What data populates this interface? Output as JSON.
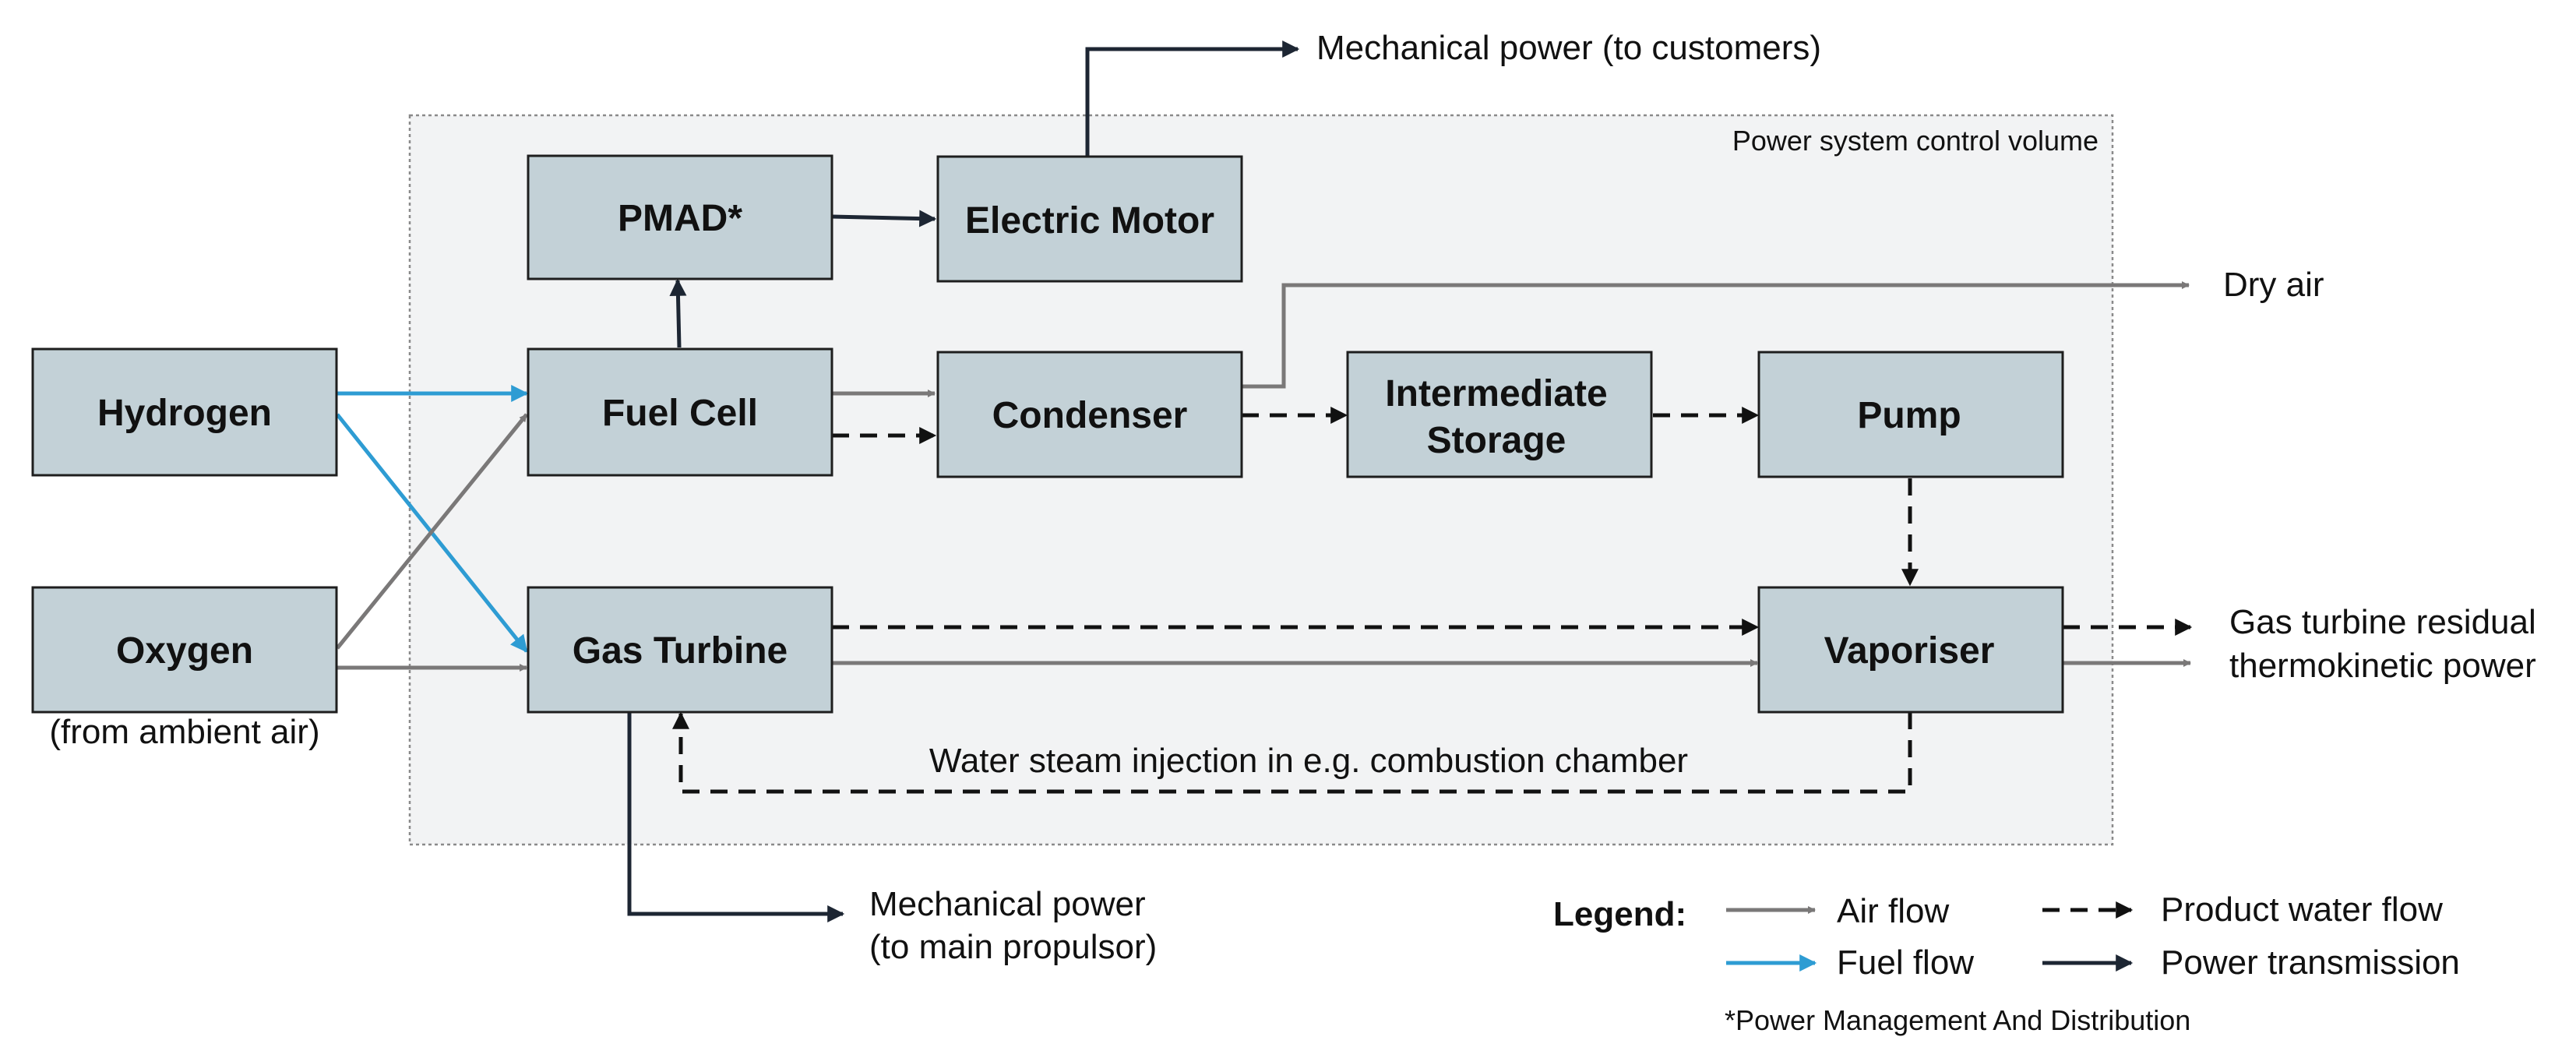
{
  "colors": {
    "air_flow": "#7a7878",
    "fuel_flow": "#2e9cd3",
    "product_water_flow": "#111111",
    "power_transmission": "#1d2633",
    "component_fill": "#c3d1d7",
    "control_volume_fill": "#f2f3f4"
  },
  "control_volume": {
    "label": "Power system control volume"
  },
  "components": {
    "pmad": "PMAD*",
    "electric_motor": "Electric Motor",
    "hydrogen": "Hydrogen",
    "fuel_cell": "Fuel Cell",
    "condenser": "Condenser",
    "intermediate_storage_line1": "Intermediate",
    "intermediate_storage_line2": "Storage",
    "pump": "Pump",
    "oxygen": "Oxygen",
    "gas_turbine": "Gas Turbine",
    "vaporiser": "Vaporiser"
  },
  "annotations": {
    "oxygen_source": "(from ambient air)",
    "mech_power_customers": "Mechanical power (to customers)",
    "dry_air": "Dry air",
    "gt_residual_line1": "Gas turbine residual",
    "gt_residual_line2": "thermokinetic power",
    "water_steam": "Water steam injection in e.g. combustion chamber",
    "mech_power_propulsor_line1": "Mechanical power",
    "mech_power_propulsor_line2": "(to main propulsor)"
  },
  "legend": {
    "title": "Legend:",
    "air_flow": "Air flow",
    "fuel_flow": "Fuel flow",
    "product_water_flow": "Product water flow",
    "power_transmission": "Power transmission",
    "footnote": "*Power Management And Distribution"
  }
}
